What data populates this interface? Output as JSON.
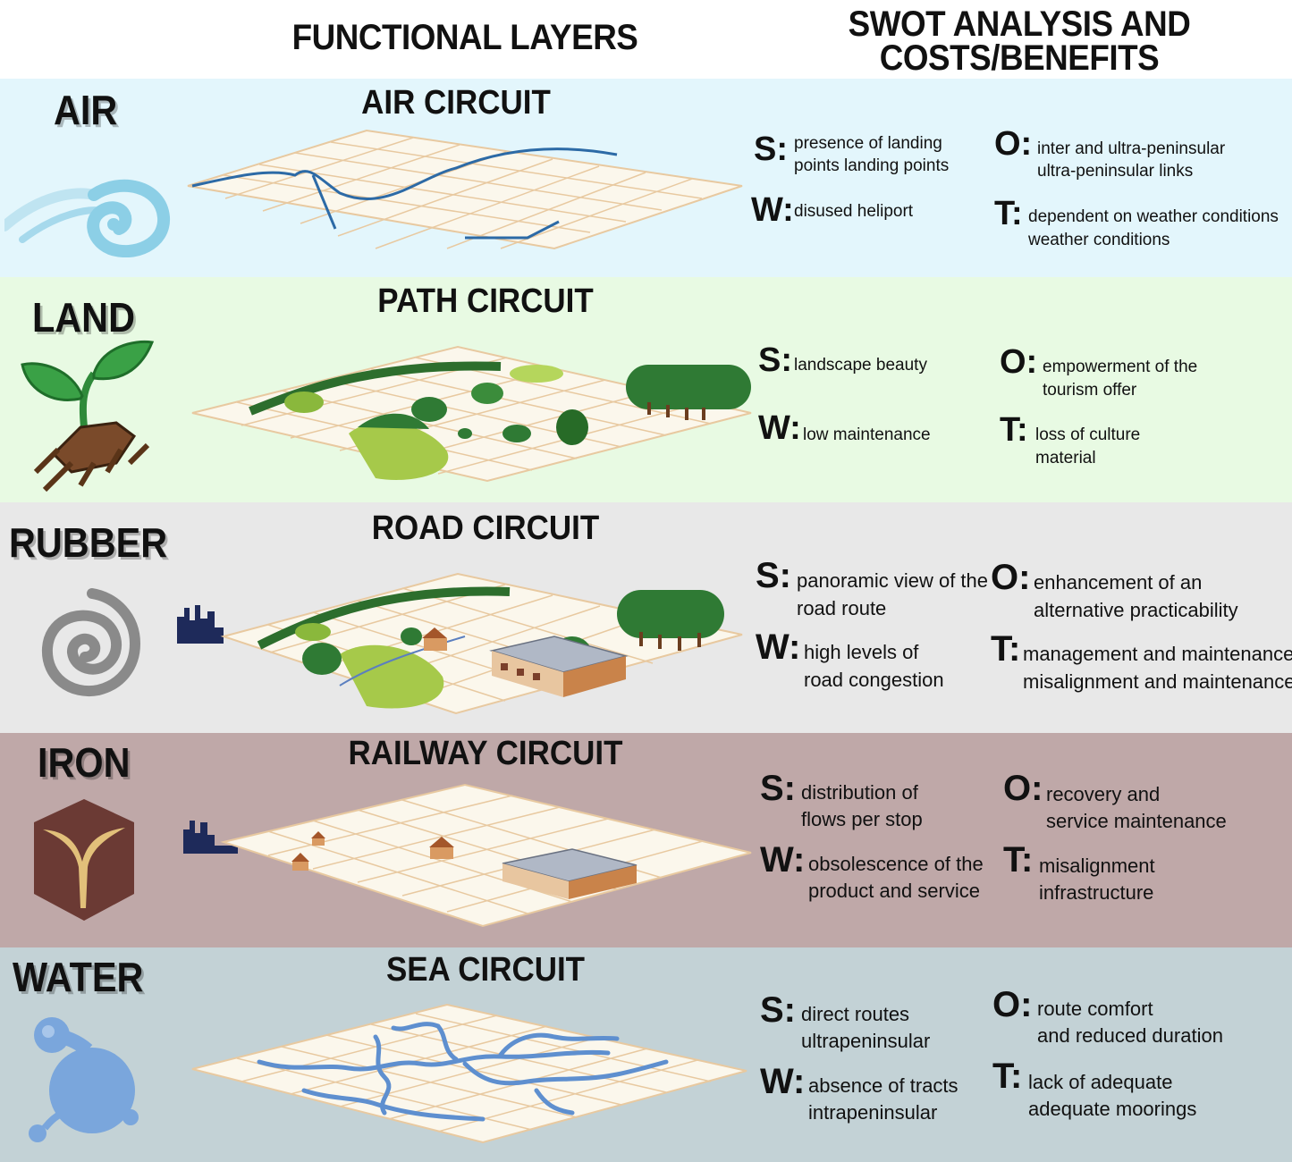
{
  "headers": {
    "functional_layers": "FUNCTIONAL LAYERS",
    "swot_line1": "SWOT ANALYSIS AND",
    "swot_line2": "COSTS/BENEFITS"
  },
  "colors": {
    "air": "#e3f6fc",
    "land": "#e8fae3",
    "rubber": "#e8e8e8",
    "iron": "#bfa8a8",
    "water": "#c3d2d6",
    "grid_fill": "#fbf7ec",
    "grid_line": "#e8c9a0",
    "route_blue": "#2c6aa6",
    "sea_blue": "#5e8fcf"
  },
  "layers": [
    {
      "label": "AIR",
      "circuit": "AIR CIRCUIT",
      "icon": "wind-swirl-icon",
      "S": [
        "presence of landing",
        "points landing points"
      ],
      "W": [
        "disused heliport"
      ],
      "O": [
        "inter and ultra-peninsular",
        "ultra-peninsular links"
      ],
      "T": [
        "dependent on weather conditions",
        "weather conditions"
      ]
    },
    {
      "label": "LAND",
      "circuit": "PATH CIRCUIT",
      "icon": "sprout-icon",
      "S": [
        "landscape beauty"
      ],
      "W": [
        "low maintenance"
      ],
      "O": [
        "empowerment of the",
        "tourism offer"
      ],
      "T": [
        "loss of culture",
        "material"
      ]
    },
    {
      "label": "RUBBER",
      "circuit": "ROAD CIRCUIT",
      "icon": "spiral-icon",
      "S": [
        "panoramic view of the",
        "road route"
      ],
      "W": [
        "high levels of",
        "road congestion"
      ],
      "O": [
        "enhancement of an",
        "alternative practicability"
      ],
      "T": [
        "management and maintenance",
        "misalignment and maintenance"
      ]
    },
    {
      "label": "IRON",
      "circuit": "RAILWAY CIRCUIT",
      "icon": "iron-hexagon-icon",
      "S": [
        "distribution of",
        "flows per stop"
      ],
      "W": [
        "obsolescence of the",
        "product and service"
      ],
      "O": [
        "recovery and",
        "service maintenance"
      ],
      "T": [
        "misalignment",
        "infrastructure"
      ]
    },
    {
      "label": "WATER",
      "circuit": "SEA CIRCUIT",
      "icon": "water-drop-icon",
      "S": [
        "direct routes",
        "ultrapeninsular"
      ],
      "W": [
        "absence of tracts",
        "intrapeninsular"
      ],
      "O": [
        "route comfort",
        "and reduced duration"
      ],
      "T": [
        "lack of adequate",
        "adequate moorings"
      ]
    }
  ],
  "swot_letters": {
    "S": "S:",
    "W": "W:",
    "O": "O:",
    "T": "T:"
  }
}
